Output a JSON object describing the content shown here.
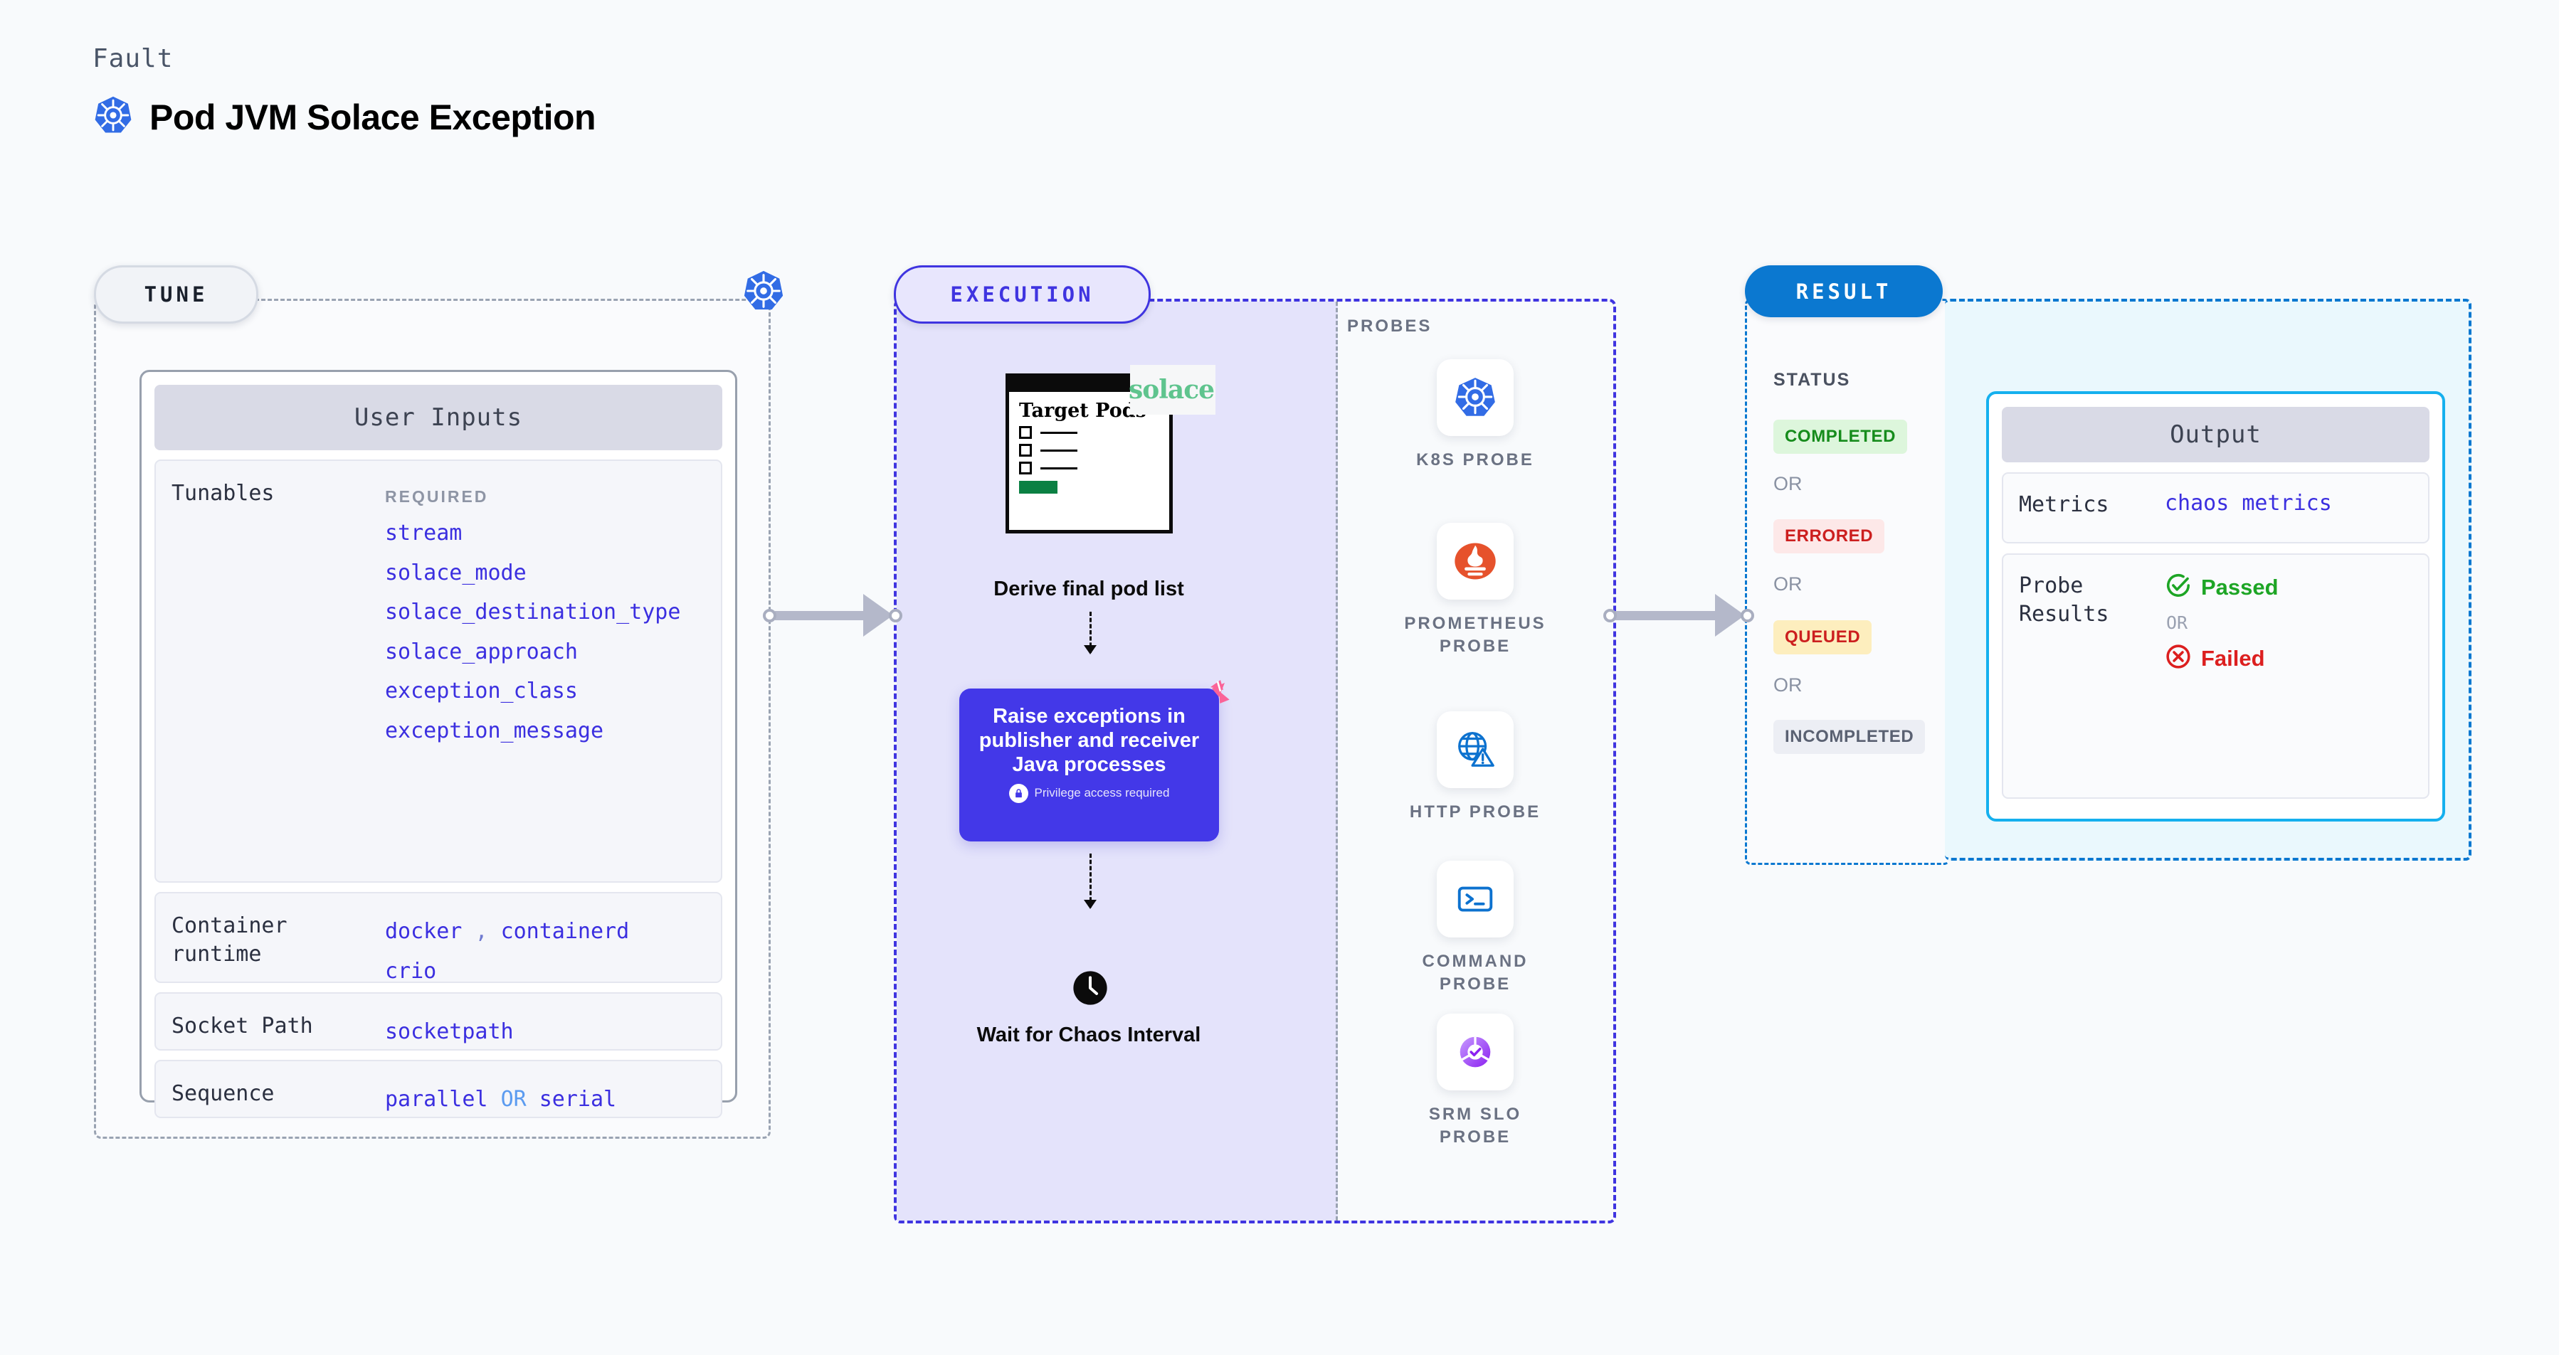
{
  "header": {
    "kicker": "Fault",
    "title": "Pod JVM Solace Exception",
    "icon": "kubernetes-icon"
  },
  "tune": {
    "pill_label": "TUNE",
    "badge_icon": "kubernetes-icon",
    "card_title": "User Inputs",
    "rows": [
      {
        "key": "Tunables",
        "required_label": "REQUIRED",
        "values": [
          "stream",
          "solace_mode",
          "solace_destination_type",
          "solace_approach",
          "exception_class",
          "exception_message"
        ]
      },
      {
        "key": "Container runtime",
        "values": [
          "docker",
          "containerd",
          "crio"
        ],
        "separator": ","
      },
      {
        "key": "Socket Path",
        "values": [
          "socketpath"
        ]
      },
      {
        "key": "Sequence",
        "values": [
          "parallel",
          "serial"
        ],
        "joiner": "OR"
      }
    ]
  },
  "execution": {
    "pill_label": "EXECUTION",
    "pods_card": {
      "title": "Target Pods",
      "vendor_logo": "solace"
    },
    "derive_label": "Derive final pod list",
    "action": {
      "text": "Raise exceptions in publisher and receiver Java processes",
      "privilege_note": "Privilege access required",
      "lock_icon": "lock-icon",
      "corner_badge": "litmus-icon",
      "color": "#4338e8"
    },
    "wait": {
      "icon": "clock-icon",
      "label": "Wait for Chaos Interval"
    },
    "probes_title": "PROBES",
    "probes": [
      {
        "label": "K8S PROBE",
        "icon": "kubernetes-icon"
      },
      {
        "label": "PROMETHEUS PROBE",
        "icon": "prometheus-icon"
      },
      {
        "label": "HTTP PROBE",
        "icon": "http-globe-warning-icon"
      },
      {
        "label": "COMMAND PROBE",
        "icon": "terminal-icon"
      },
      {
        "label": "SRM SLO PROBE",
        "icon": "srm-slo-icon"
      }
    ]
  },
  "result": {
    "pill_label": "RESULT",
    "status_label": "STATUS",
    "or_label": "OR",
    "statuses": [
      {
        "label": "COMPLETED",
        "bg": "#ddf6dc",
        "fg": "#168c1c"
      },
      {
        "label": "ERRORED",
        "bg": "#fde8e8",
        "fg": "#cc1f1f"
      },
      {
        "label": "QUEUED",
        "bg": "#fdeebe",
        "fg": "#cc1f1f"
      },
      {
        "label": "INCOMPLETED",
        "bg": "#eceef4",
        "fg": "#5a6172"
      }
    ],
    "output": {
      "title": "Output",
      "metrics_key": "Metrics",
      "metrics_value": "chaos metrics",
      "probe_key": "Probe Results",
      "passed_label": "Passed",
      "failed_label": "Failed",
      "or_label": "OR",
      "pass_icon": "check-circle-icon",
      "fail_icon": "x-circle-icon"
    }
  },
  "colors": {
    "page_bg": "#f8fafc",
    "accent_blue": "#0b78d0",
    "accent_purple": "#3f34e0",
    "accent_cyan": "#15b0ee",
    "code_blue": "#3b2fe0",
    "k8s_blue": "#326ce5"
  }
}
